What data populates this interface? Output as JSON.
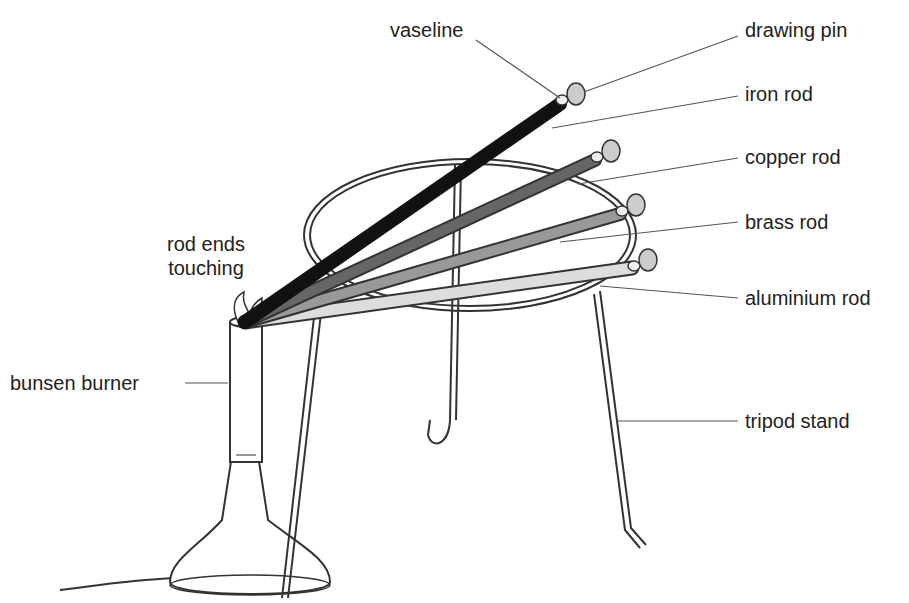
{
  "diagram": {
    "labels": [
      "vaseline",
      "drawing pin",
      "iron rod",
      "copper rod",
      "brass rod",
      "aluminium rod",
      "rod ends touching",
      "bunsen burner",
      "tripod stand"
    ]
  }
}
